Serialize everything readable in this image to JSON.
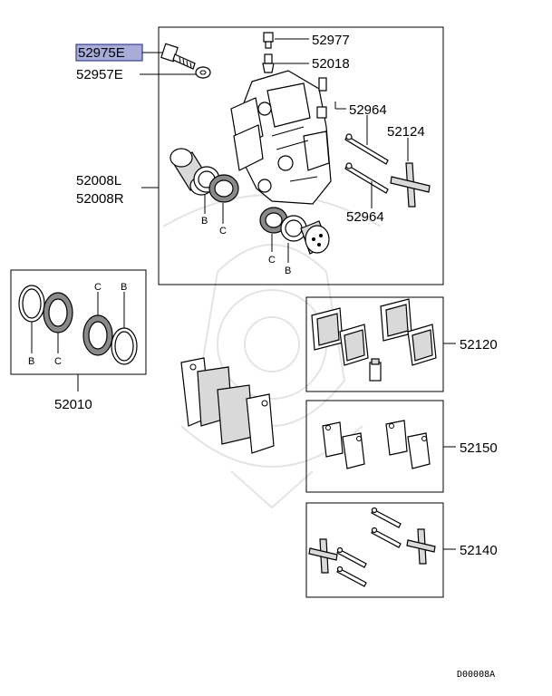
{
  "diagram": {
    "parts": {
      "p52975E": "52975E",
      "p52957E": "52957E",
      "p52977": "52977",
      "p52018": "52018",
      "p52964_top": "52964",
      "p52124": "52124",
      "p52964_bottom": "52964",
      "p52008L": "52008L",
      "p52008R": "52008R",
      "p52010": "52010",
      "p52120": "52120",
      "p52150": "52150",
      "p52140": "52140"
    },
    "callouts": {
      "b_caliper_left": "B",
      "c_caliper_left": "C",
      "c_caliper_right": "C",
      "b_caliper_right": "B",
      "b_kit_1": "B",
      "c_kit_1": "C",
      "c_kit_2": "C",
      "b_kit_2": "B"
    },
    "drawing_code": "D00008A",
    "colors": {
      "highlight_fill": "#a7acd9",
      "highlight_border": "#3a3f8f",
      "line": "#000000",
      "watermark": "#e4e4e4"
    }
  }
}
